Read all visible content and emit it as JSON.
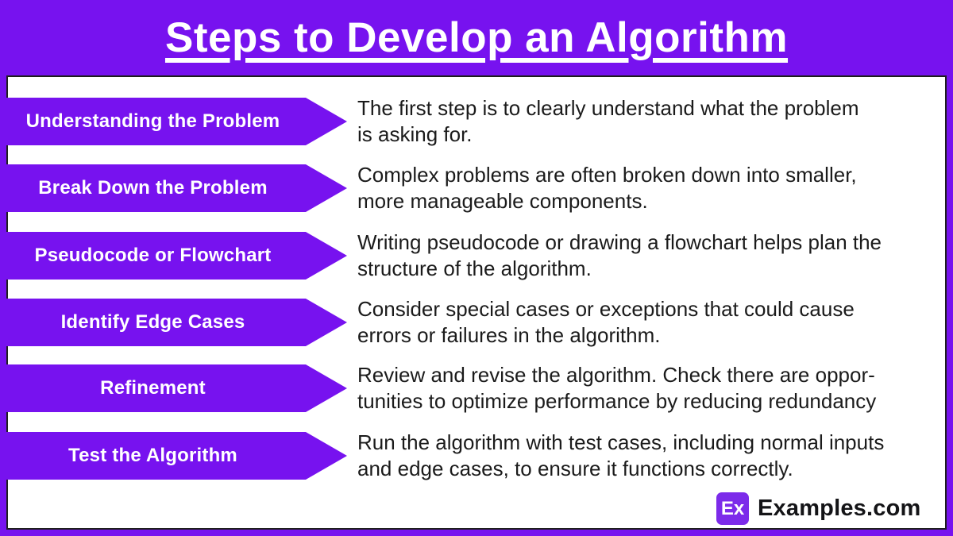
{
  "title": "Steps to Develop an Algorithm",
  "colors": {
    "purple": "#7712EF",
    "label_text": "#FFFFFF",
    "body_text": "#1B1B1B",
    "background": "#FFFFFF"
  },
  "steps": [
    {
      "label": "Understanding the Problem",
      "description": "The first step is to clearly understand what the problem\nis asking for."
    },
    {
      "label": "Break Down the Problem",
      "description": "Complex problems are often broken down into smaller,\nmore manageable components."
    },
    {
      "label": "Pseudocode or Flowchart",
      "description": "Writing pseudocode or drawing a flowchart helps plan the\nstructure of the algorithm."
    },
    {
      "label": "Identify Edge Cases",
      "description": "Consider special cases or exceptions that could cause\nerrors or failures in the algorithm."
    },
    {
      "label": "Refinement",
      "description": "Review and revise the algorithm. Check there are oppor-\ntunities to optimize performance by reducing redundancy"
    },
    {
      "label": "Test the Algorithm",
      "description": "Run the algorithm with test cases, including normal inputs\nand edge cases, to ensure it functions correctly."
    }
  ],
  "footer": {
    "badge": "Ex",
    "brand": "Examples.com"
  }
}
